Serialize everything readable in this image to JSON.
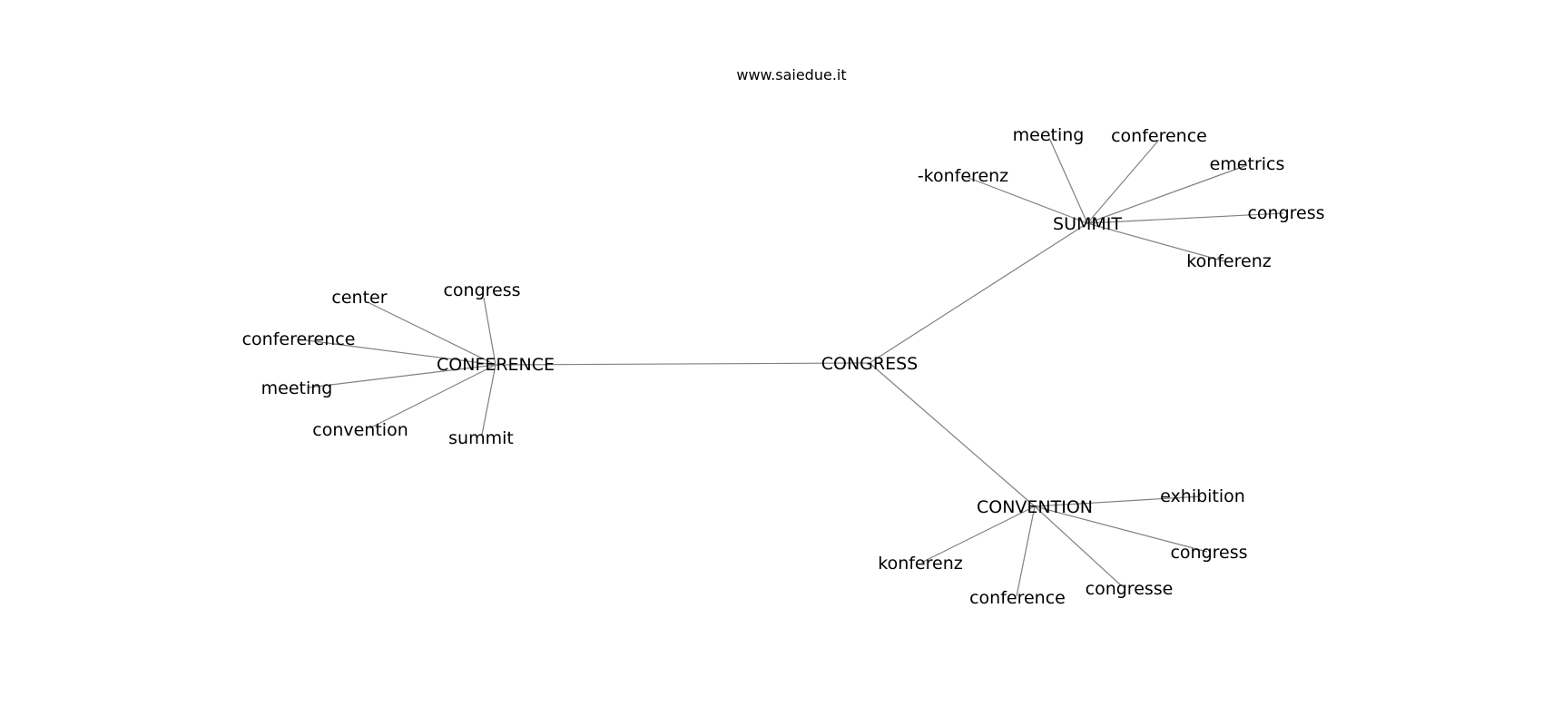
{
  "site_label": "www.saiedue.it",
  "root": "CONGRESS",
  "clusters": [
    {
      "hub": "CONFERENCE",
      "leaves": [
        "congress",
        "center",
        "confererence",
        "meeting",
        "convention",
        "summit"
      ]
    },
    {
      "hub": "SUMMIT",
      "leaves": [
        "meeting",
        "conference",
        "-konferenz",
        "emetrics",
        "congress",
        "konferenz"
      ]
    },
    {
      "hub": "CONVENTION",
      "leaves": [
        "exhibition",
        "congress",
        "konferenz",
        "conference",
        "congresse"
      ]
    }
  ],
  "colors": {
    "edge": "#808080",
    "text": "#000000",
    "background": "#ffffff"
  }
}
